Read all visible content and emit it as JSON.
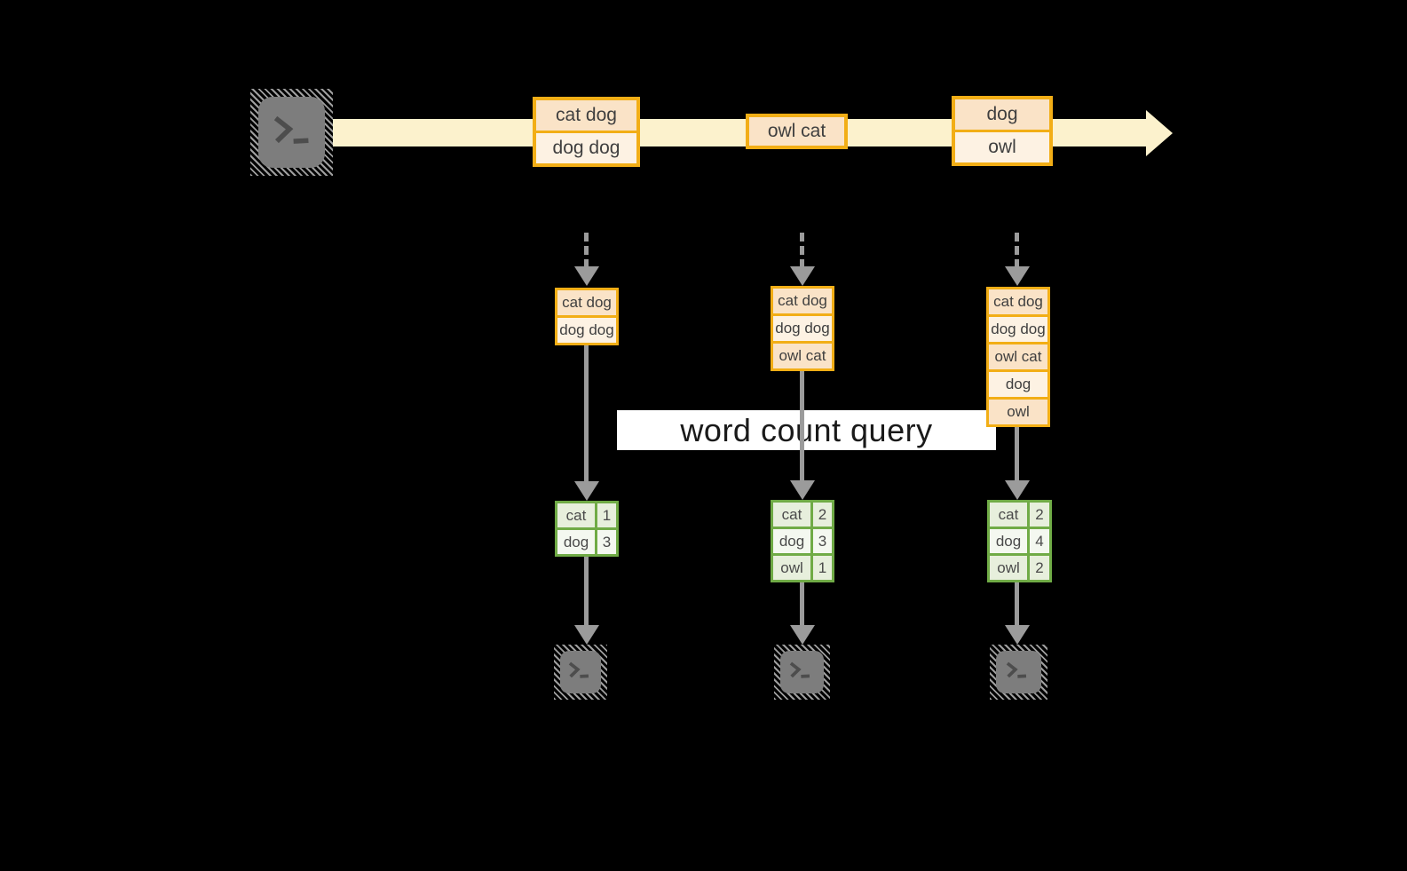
{
  "query": {
    "label": "word count query"
  },
  "stream": {
    "events": [
      {
        "lines": [
          "cat dog",
          "dog dog"
        ]
      },
      {
        "lines": [
          "owl cat"
        ]
      },
      {
        "lines": [
          "dog",
          "owl"
        ]
      }
    ]
  },
  "states": [
    {
      "lines": [
        "cat dog",
        "dog dog"
      ]
    },
    {
      "lines": [
        "cat dog",
        "dog dog",
        "owl cat"
      ]
    },
    {
      "lines": [
        "cat dog",
        "dog dog",
        "owl cat",
        "dog",
        "owl"
      ]
    }
  ],
  "results": [
    {
      "rows": [
        {
          "word": "cat",
          "count": "1"
        },
        {
          "word": "dog",
          "count": "3"
        }
      ]
    },
    {
      "rows": [
        {
          "word": "cat",
          "count": "2"
        },
        {
          "word": "dog",
          "count": "3"
        },
        {
          "word": "owl",
          "count": "1"
        }
      ]
    },
    {
      "rows": [
        {
          "word": "cat",
          "count": "2"
        },
        {
          "word": "dog",
          "count": "4"
        },
        {
          "word": "owl",
          "count": "2"
        }
      ]
    }
  ],
  "icons": {
    "source": "terminal-icon",
    "sinks": [
      "terminal-icon",
      "terminal-icon",
      "terminal-icon"
    ]
  },
  "colors": {
    "accent_orange": "#f2ae16",
    "accent_green": "#70ab46",
    "stream_band": "#fcf2cd",
    "row_peach": "#fae3c7",
    "row_cream": "#fdf2e3",
    "row_green": "#e7efdc",
    "row_green_light": "#f4f8f0",
    "arrow_gray": "#9b9b9b"
  }
}
